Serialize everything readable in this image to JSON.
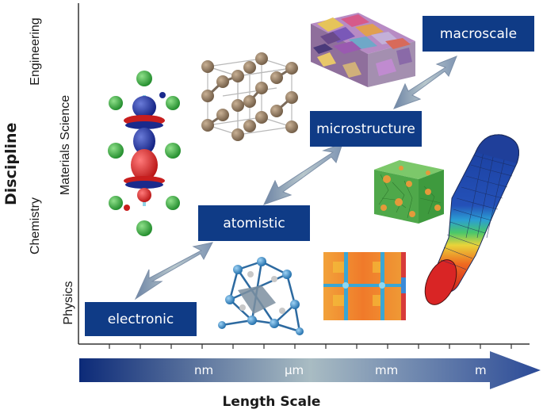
{
  "y_axis": {
    "title": "Discipline",
    "levels": [
      "Engineering",
      "Materials Science",
      "Chemistry",
      "Physics"
    ]
  },
  "x_axis": {
    "title": "Length Scale",
    "units": [
      "nm",
      "µm",
      "mm",
      "m"
    ]
  },
  "stages": [
    "electronic",
    "atomistic",
    "microstructure",
    "macroscale"
  ],
  "colors": {
    "box": "#0f3b86",
    "arrow_start": "#0c2a78",
    "arrow_mid": "#a9bcc3",
    "arrow_end": "#2b4a97"
  }
}
